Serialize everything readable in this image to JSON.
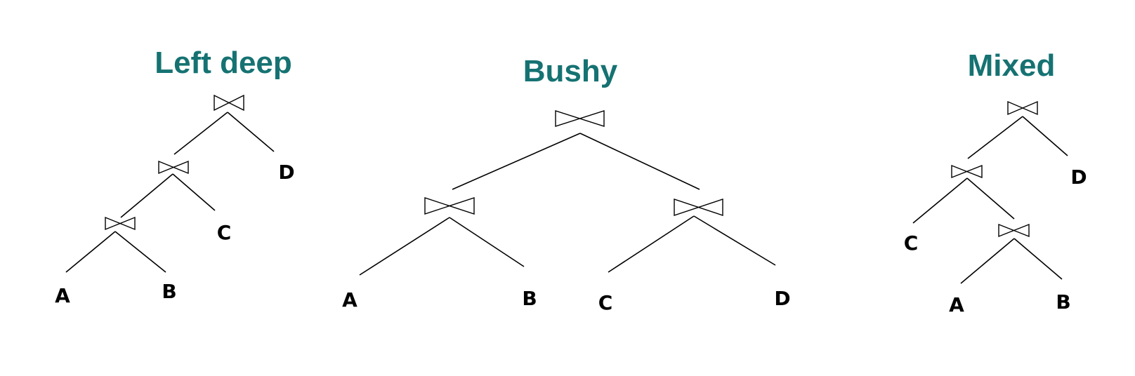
{
  "colors": {
    "title": "#167272",
    "ink": "#000000",
    "background": "#ffffff"
  },
  "join_symbol": "bowtie-join-icon",
  "trees": [
    {
      "id": "left-deep",
      "title": "Left deep",
      "leaves": [
        "A",
        "B",
        "C",
        "D"
      ]
    },
    {
      "id": "bushy",
      "title": "Bushy",
      "leaves": [
        "A",
        "B",
        "C",
        "D"
      ]
    },
    {
      "id": "mixed",
      "title": "Mixed",
      "leaves": [
        "C",
        "D",
        "A",
        "B"
      ]
    }
  ]
}
